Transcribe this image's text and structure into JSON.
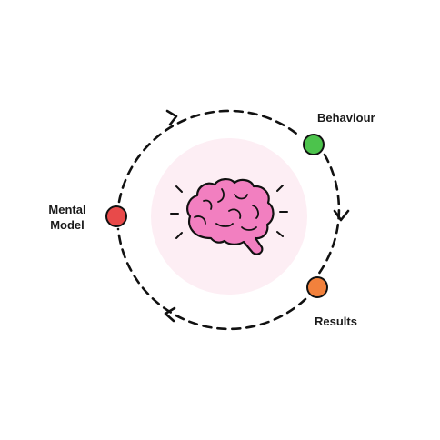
{
  "diagram": {
    "nodes": [
      {
        "id": "behaviour",
        "label": "Behaviour",
        "color": "#4cc34c"
      },
      {
        "id": "results",
        "label": "Results",
        "color": "#f2813c"
      },
      {
        "id": "mental-model",
        "label_line1": "Mental",
        "label_line2": "Model",
        "color": "#e84a4a"
      }
    ],
    "center": {
      "icon": "brain-icon",
      "halo_color": "#fdeef4",
      "brain_color": "#f27fc0"
    },
    "cycle_direction": "clockwise",
    "colors": {
      "stroke": "#111111",
      "arrow": "#111111"
    }
  }
}
